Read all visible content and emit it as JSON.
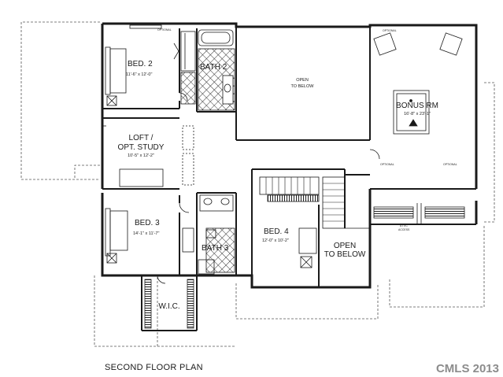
{
  "plan": {
    "title": "SECOND FLOOR PLAN",
    "watermark": "CMLS 2013",
    "rooms": {
      "bed2": {
        "name": "BED. 2",
        "dims": "11'-6\" x 12'-0\""
      },
      "bath2": {
        "name": "BATH 2"
      },
      "open_below_1": {
        "line1": "OPEN",
        "line2": "TO BELOW"
      },
      "bonus": {
        "name": "BONUS RM",
        "dims": "16'-8\" x 23'-1\""
      },
      "loft": {
        "line1": "LOFT /",
        "line2": "OPT. STUDY",
        "dims": "10'-5\" x 12'-2\""
      },
      "bed3": {
        "name": "BED. 3",
        "dims": "14'-1\" x 11'-7\""
      },
      "bath3": {
        "name": "BATH 3"
      },
      "bed4": {
        "name": "BED. 4",
        "dims": "12'-0\" x 10'-2\""
      },
      "open_below_2": {
        "line1": "OPEN",
        "line2": "TO BELOW"
      },
      "wic": {
        "name": "W.I.C."
      }
    },
    "notes": {
      "optional": "OPTIONAL",
      "attic": "ATTIC",
      "access": "ACCESS"
    },
    "colors": {
      "line": "#1a1a1a",
      "background": "#ffffff",
      "watermark": "#8c8c8c"
    }
  }
}
